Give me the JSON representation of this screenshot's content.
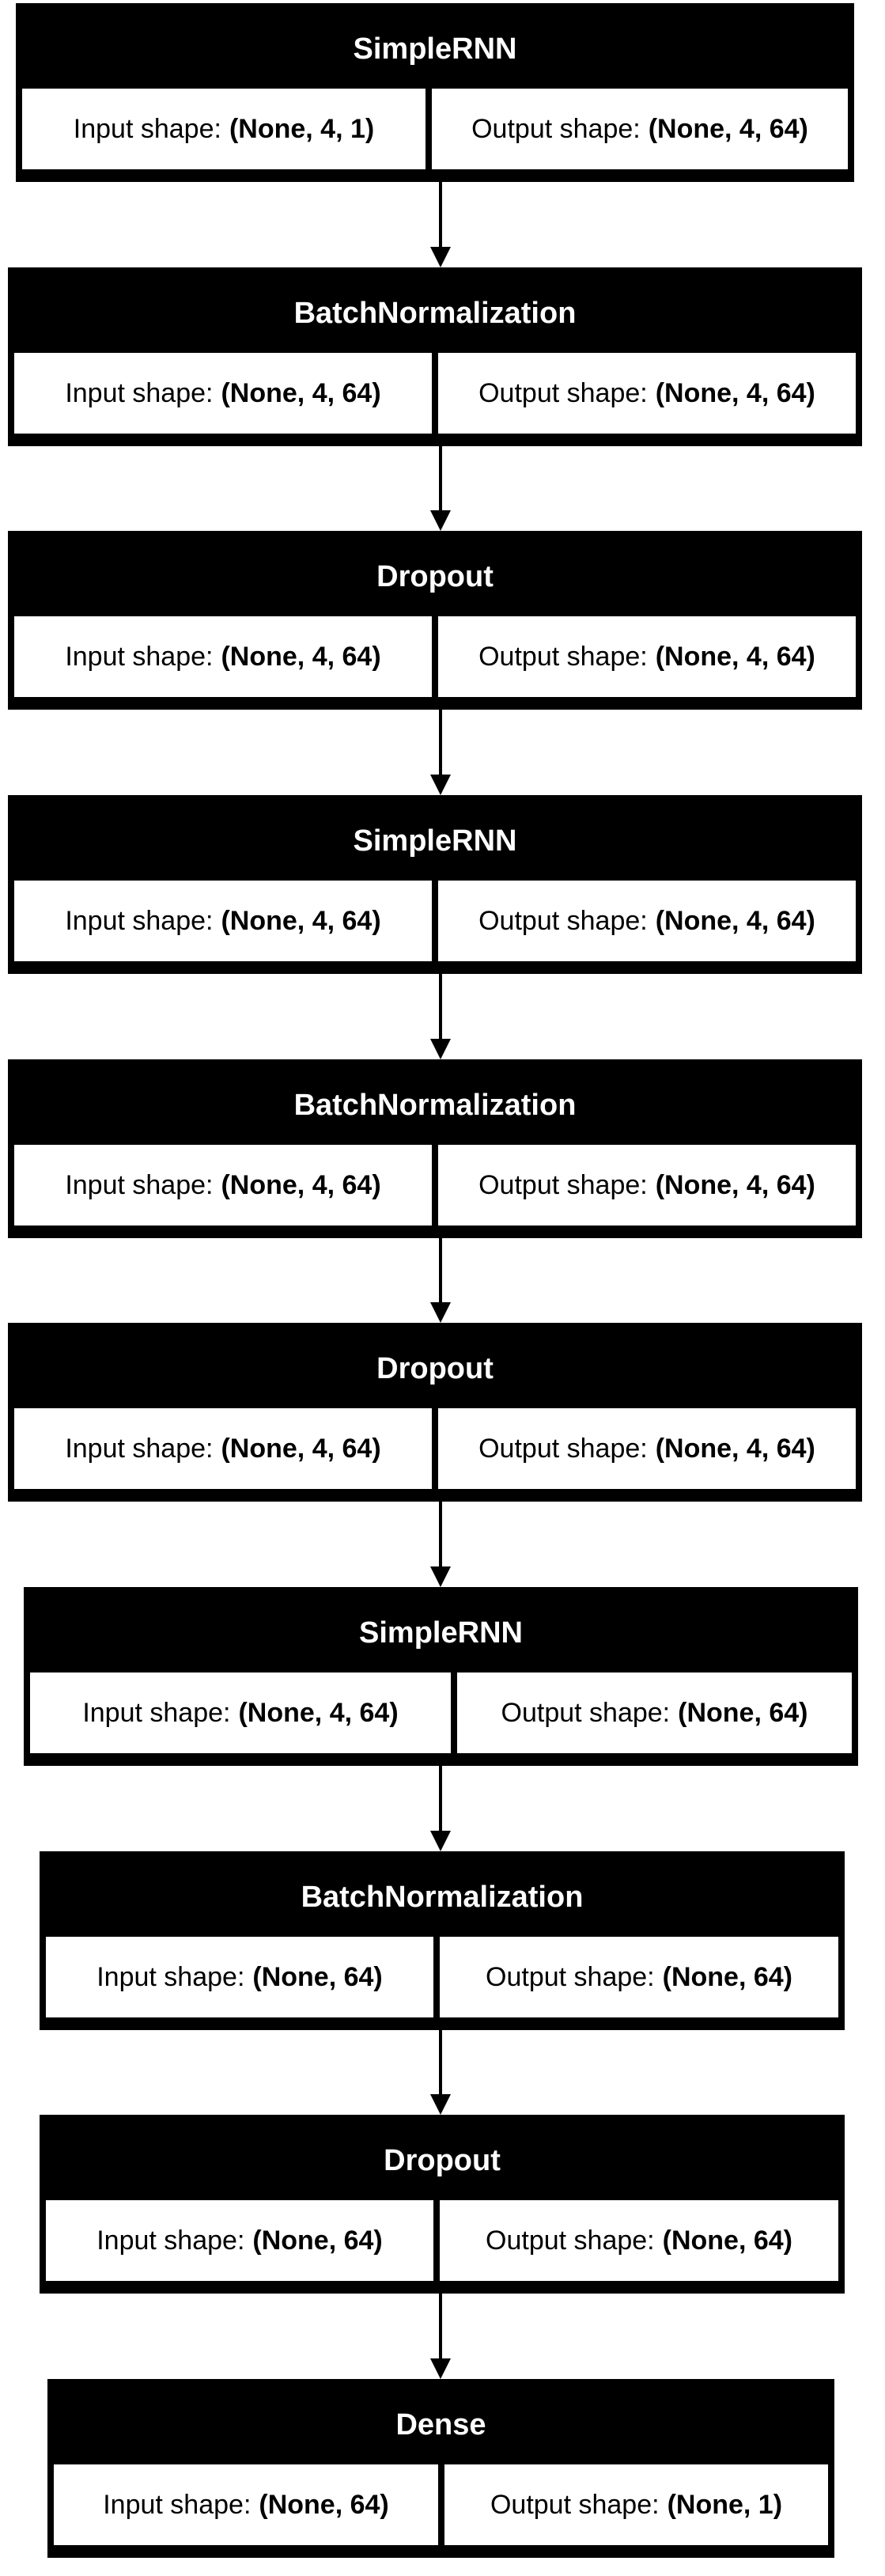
{
  "layers": [
    {
      "name": "SimpleRNN",
      "input_label": "Input shape:",
      "input_shape": "(None, 4, 1)",
      "output_label": "Output shape:",
      "output_shape": "(None, 4, 64)"
    },
    {
      "name": "BatchNormalization",
      "input_label": "Input shape:",
      "input_shape": "(None, 4, 64)",
      "output_label": "Output shape:",
      "output_shape": "(None, 4, 64)"
    },
    {
      "name": "Dropout",
      "input_label": "Input shape:",
      "input_shape": "(None, 4, 64)",
      "output_label": "Output shape:",
      "output_shape": "(None, 4, 64)"
    },
    {
      "name": "SimpleRNN",
      "input_label": "Input shape:",
      "input_shape": "(None, 4, 64)",
      "output_label": "Output shape:",
      "output_shape": "(None, 4, 64)"
    },
    {
      "name": "BatchNormalization",
      "input_label": "Input shape:",
      "input_shape": "(None, 4, 64)",
      "output_label": "Output shape:",
      "output_shape": "(None, 4, 64)"
    },
    {
      "name": "Dropout",
      "input_label": "Input shape:",
      "input_shape": "(None, 4, 64)",
      "output_label": "Output shape:",
      "output_shape": "(None, 4, 64)"
    },
    {
      "name": "SimpleRNN",
      "input_label": "Input shape:",
      "input_shape": "(None, 4, 64)",
      "output_label": "Output shape:",
      "output_shape": "(None, 64)"
    },
    {
      "name": "BatchNormalization",
      "input_label": "Input shape:",
      "input_shape": "(None, 64)",
      "output_label": "Output shape:",
      "output_shape": "(None, 64)"
    },
    {
      "name": "Dropout",
      "input_label": "Input shape:",
      "input_shape": "(None, 64)",
      "output_label": "Output shape:",
      "output_shape": "(None, 64)"
    },
    {
      "name": "Dense",
      "input_label": "Input shape:",
      "input_shape": "(None, 64)",
      "output_label": "Output shape:",
      "output_shape": "(None, 1)"
    }
  ]
}
